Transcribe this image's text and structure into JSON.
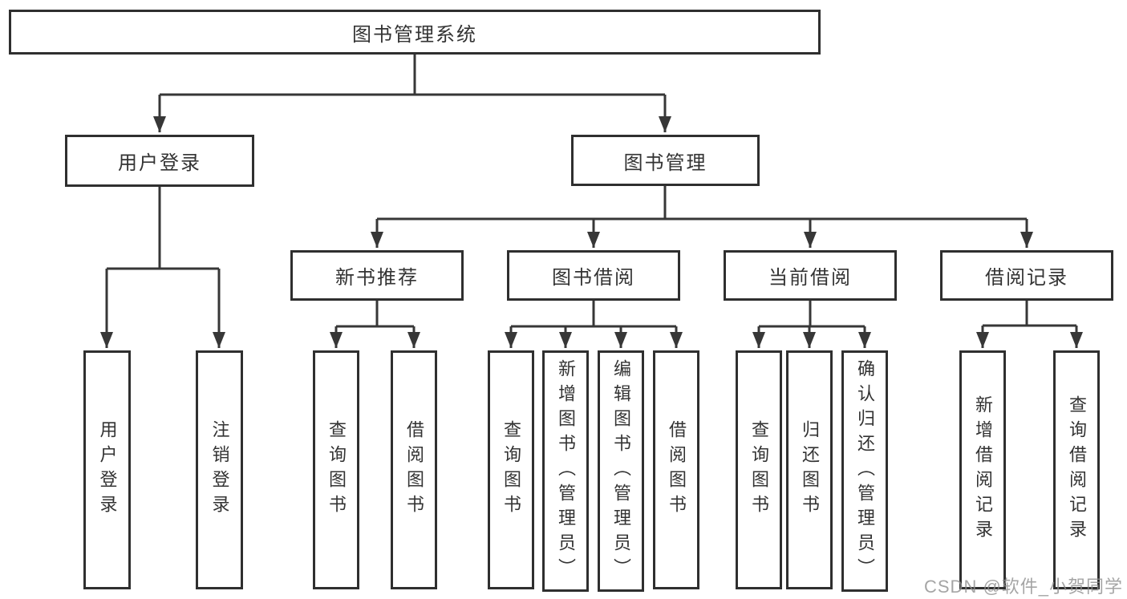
{
  "diagram": {
    "type": "hierarchy-tree",
    "tree": {
      "label": "图书管理系统",
      "children": [
        {
          "label": "用户登录",
          "children": [
            {
              "label": "用户登录"
            },
            {
              "label": "注销登录"
            }
          ]
        },
        {
          "label": "图书管理",
          "children": [
            {
              "label": "新书推荐",
              "children": [
                {
                  "label": "查询图书"
                },
                {
                  "label": "借阅图书"
                }
              ]
            },
            {
              "label": "图书借阅",
              "children": [
                {
                  "label": "查询图书"
                },
                {
                  "label": "新增图书（管理员）"
                },
                {
                  "label": "编辑图书（管理员）"
                },
                {
                  "label": "借阅图书"
                }
              ]
            },
            {
              "label": "当前借阅",
              "children": [
                {
                  "label": "查询图书"
                },
                {
                  "label": "归还图书"
                },
                {
                  "label": "确认归还（管理员）"
                }
              ]
            },
            {
              "label": "借阅记录",
              "children": [
                {
                  "label": "新增借阅记录"
                },
                {
                  "label": "查询借阅记录"
                }
              ]
            }
          ]
        }
      ]
    }
  },
  "watermark": {
    "text": "CSDN @软件_小贺同学"
  },
  "colors": {
    "line_color": "#373737",
    "box_border": "#2f2f2f",
    "text_color": "#333333",
    "watermark_color": "#8f8f8f",
    "background": "#ffffff"
  }
}
